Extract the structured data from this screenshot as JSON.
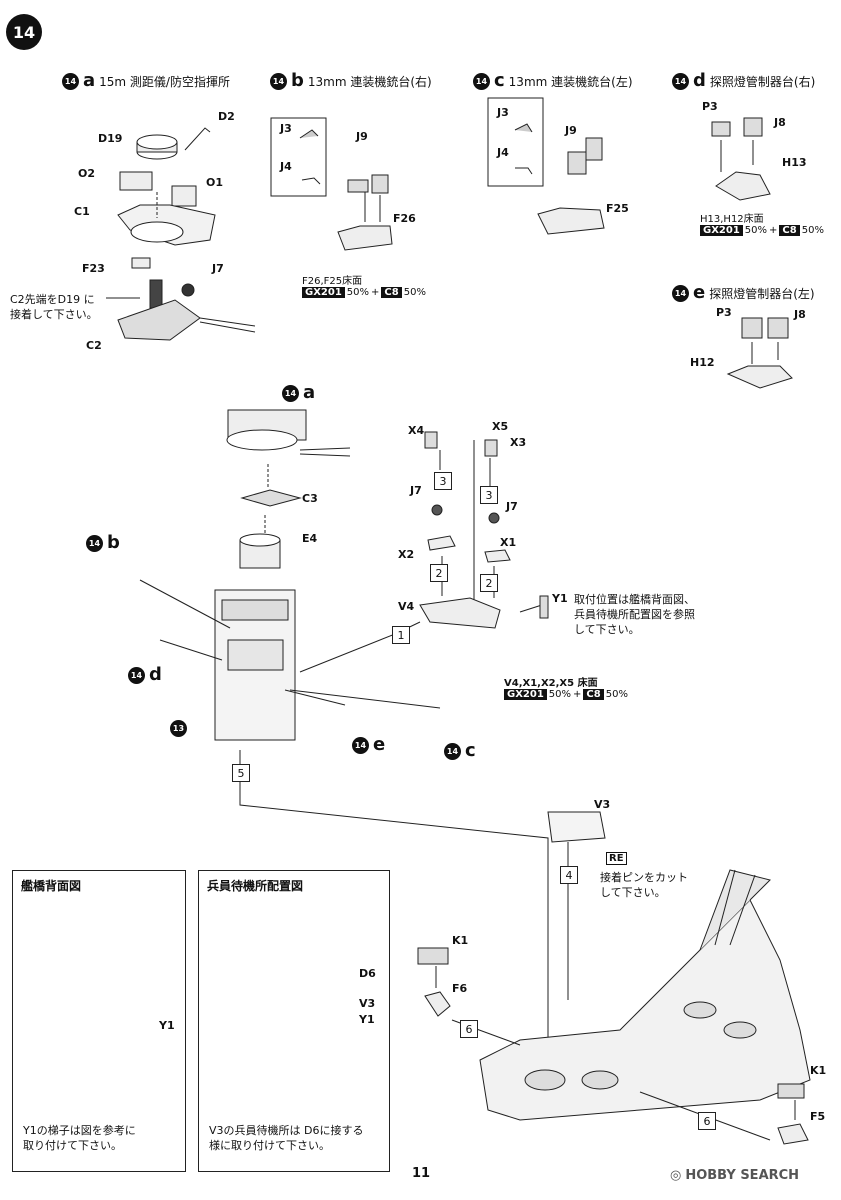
{
  "step_number": "14",
  "subassemblies": {
    "a": {
      "badge": "14",
      "letter": "a",
      "title": "15m 測距儀/防空指揮所"
    },
    "b": {
      "badge": "14",
      "letter": "b",
      "title": "13mm 連装機銃台(右)"
    },
    "c": {
      "badge": "14",
      "letter": "c",
      "title": "13mm 連装機銃台(左)"
    },
    "d": {
      "badge": "14",
      "letter": "d",
      "title": "探照燈管制器台(右)"
    },
    "e": {
      "badge": "14",
      "letter": "e",
      "title": "探照燈管制器台(左)"
    }
  },
  "part_labels": {
    "a_D2": "D2",
    "a_D19": "D19",
    "a_O2": "O2",
    "a_O1": "O1",
    "a_C1": "C1",
    "a_F23": "F23",
    "a_J7": "J7",
    "a_C2": "C2",
    "b_J3": "J3",
    "b_J4": "J4",
    "b_J9": "J9",
    "b_F26": "F26",
    "c_J3": "J3",
    "c_J4": "J4",
    "c_J9": "J9",
    "c_F25": "F25",
    "d_P3": "P3",
    "d_J8": "J8",
    "d_H13": "H13",
    "e_P3": "P3",
    "e_J8": "J8",
    "e_H12": "H12",
    "m_C3": "C3",
    "m_E4": "E4",
    "m_X4": "X4",
    "m_X5": "X5",
    "m_X3": "X3",
    "m_J7a": "J7",
    "m_J7b": "J7",
    "m_X2": "X2",
    "m_X1": "X1",
    "m_V4": "V4",
    "m_Y1": "Y1",
    "m_V3": "V3",
    "m_K1a": "K1",
    "m_F6": "F6",
    "m_K1b": "K1",
    "m_F5": "F5",
    "p1_Y1": "Y1",
    "p2_D6": "D6",
    "p2_V3": "V3",
    "p2_Y1": "Y1"
  },
  "notes": {
    "c2_note_line1": "C2先端をD19 に",
    "c2_note_line2": "接着して下さい。",
    "y1_note_line1": "取付位置は艦橋背面図、",
    "y1_note_line2": "兵員待機所配置図を参照",
    "y1_note_line3": "して下さい。",
    "re_note_line1": "接着ピンをカット",
    "re_note_line2": "して下さい。",
    "re_tag": "RE"
  },
  "paint": {
    "b": {
      "label": "F26,F25床面",
      "code1": "GX201",
      "pct1": "50%",
      "plus": "+",
      "code2": "C8",
      "pct2": "50%"
    },
    "d": {
      "label": "H13,H12床面",
      "code1": "GX201",
      "pct1": "50%",
      "plus": "+",
      "code2": "C8",
      "pct2": "50%"
    },
    "main": {
      "label": "V4,X1,X2,X5 床面",
      "code1": "GX201",
      "pct1": "50%",
      "plus": "+",
      "code2": "C8",
      "pct2": "50%"
    }
  },
  "step_boxes": [
    "1",
    "2",
    "2",
    "3",
    "3",
    "4",
    "5",
    "6",
    "6"
  ],
  "panels": {
    "rear": {
      "title": "艦橋背面図",
      "caption_line1": "Y1の梯子は図を参考に",
      "caption_line2": "取り付けて下さい。"
    },
    "station": {
      "title": "兵員待機所配置図",
      "caption_line1": "V3の兵員待機所は D6に接する",
      "caption_line2": "様に取り付けて下さい。"
    }
  },
  "placement_markers": {
    "a": {
      "badge": "14",
      "letter": "a"
    },
    "b": {
      "badge": "14",
      "letter": "b"
    },
    "c": {
      "badge": "14",
      "letter": "c"
    },
    "d": {
      "badge": "14",
      "letter": "d"
    },
    "e": {
      "badge": "14",
      "letter": "e"
    },
    "step13": "13"
  },
  "page_number": "11",
  "watermark": "HOBBY SEARCH"
}
